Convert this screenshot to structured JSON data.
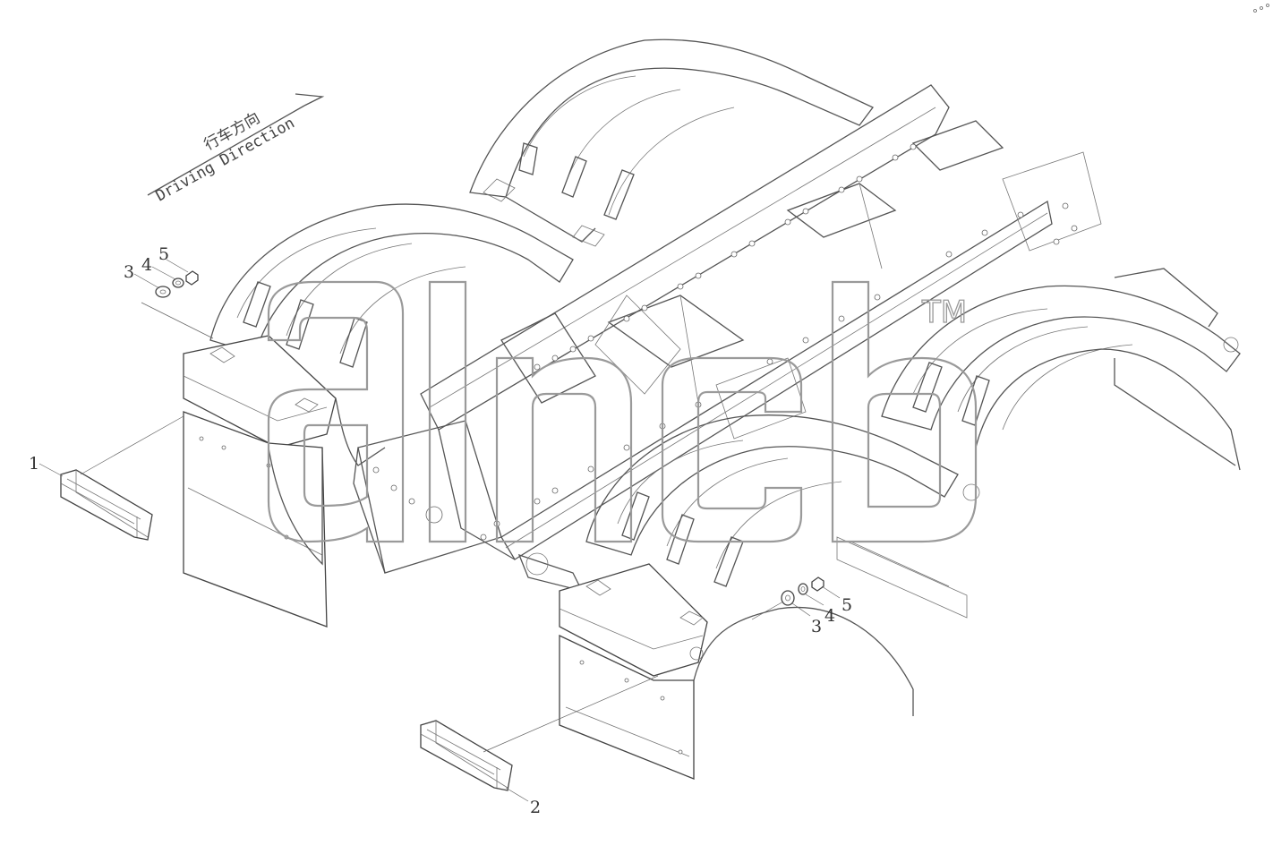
{
  "driving_direction": {
    "chinese_label": "行车方向",
    "english_label": "Driving Direction"
  },
  "callouts": {
    "left_light": "1",
    "right_light": "2",
    "upper_washer": "3",
    "upper_lock_washer": "4",
    "upper_nut": "5",
    "lower_washer": "3",
    "lower_lock_washer": "4",
    "lower_nut": "5"
  },
  "watermark": {
    "mark": "TM"
  },
  "colors": {
    "line": "#555555",
    "watermark": "#9a9a9a",
    "background": "#ffffff"
  }
}
